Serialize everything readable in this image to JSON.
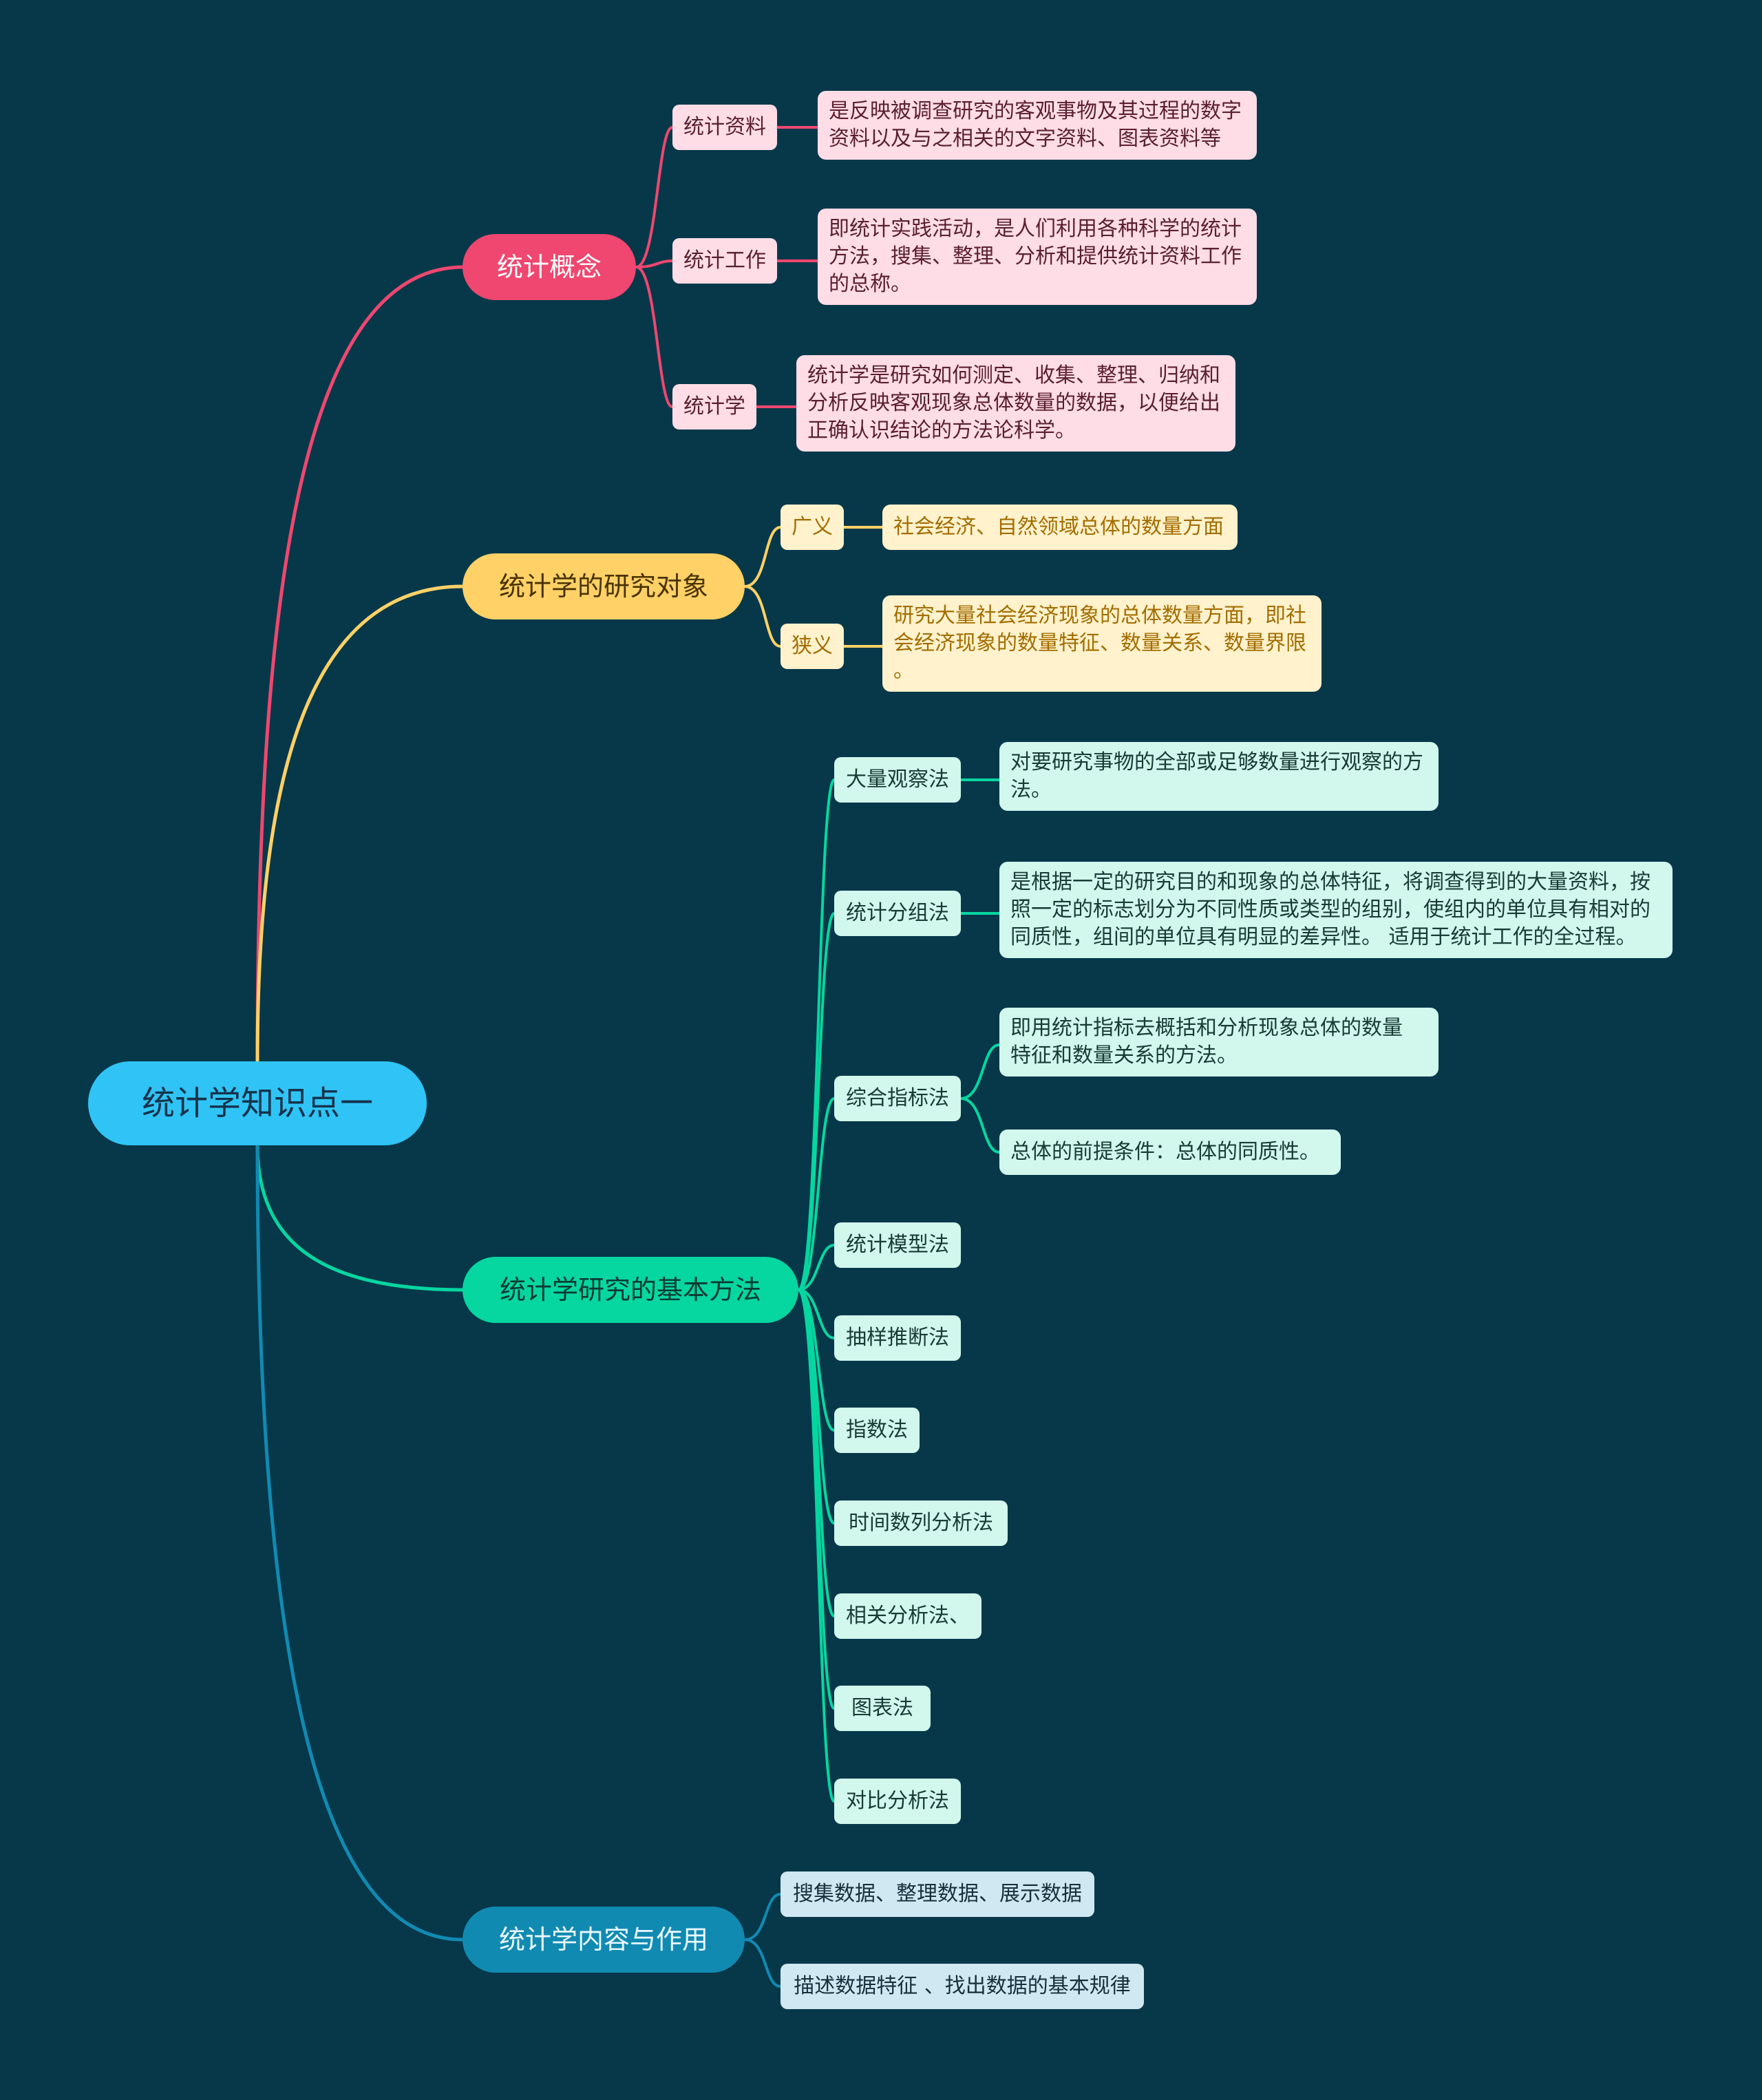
{
  "root": {
    "label": "统计学知识点一"
  },
  "colors": {
    "background": "#07384a",
    "root": "#2fc4f5",
    "pink": "#ef476f",
    "yellow": "#ffd166",
    "green": "#06d6a0",
    "blue": "#118ab2"
  },
  "branches": [
    {
      "label": "统计概念",
      "children": [
        {
          "label": "统计资料",
          "details": [
            "是反映被调查研究的客观事物及其过程的数字",
            "资料以及与之相关的文字资料、图表资料等"
          ]
        },
        {
          "label": "统计工作",
          "details": [
            "即统计实践活动，是人们利用各种科学的统计",
            "方法，搜集、整理、分析和提供统计资料工作",
            "的总称。"
          ]
        },
        {
          "label": "统计学",
          "details": [
            "统计学是研究如何测定、收集、整理、归纳和",
            "分析反映客观现象总体数量的数据，以便给出",
            "正确认识结论的方法论科学。"
          ]
        }
      ]
    },
    {
      "label": "统计学的研究对象",
      "children": [
        {
          "label": "广义",
          "details": [
            "社会经济、自然领域总体的数量方面"
          ]
        },
        {
          "label": "狭义",
          "details": [
            "研究大量社会经济现象的总体数量方面，即社",
            "会经济现象的数量特征、数量关系、数量界限",
            "。"
          ]
        }
      ]
    },
    {
      "label": "统计学研究的基本方法",
      "children": [
        {
          "label": "大量观察法",
          "details": [
            "对要研究事物的全部或足够数量进行观察的方",
            "法。"
          ]
        },
        {
          "label": "统计分组法",
          "details": [
            "是根据一定的研究目的和现象的总体特征，将调查得到的大量资料，按",
            "照一定的标志划分为不同性质或类型的组别，使组内的单位具有相对的",
            "同质性，组间的单位具有明显的差异性。   适用于统计工作的全过程。"
          ]
        },
        {
          "label": "综合指标法",
          "notes": [
            [
              " 即用统计指标去概括和分析现象总体的数量",
              "特征和数量关系的方法。"
            ],
            [
              " 总体的前提条件：总体的同质性。"
            ]
          ]
        },
        {
          "label": "统计模型法"
        },
        {
          "label": "抽样推断法"
        },
        {
          "label": "指数法"
        },
        {
          "label": "时间数列分析法"
        },
        {
          "label": "相关分析法、"
        },
        {
          "label": "图表法"
        },
        {
          "label": "对比分析法"
        }
      ]
    },
    {
      "label": "统计学内容与作用",
      "children": [
        {
          "label": "搜集数据、整理数据、展示数据"
        },
        {
          "label": "描述数据特征 、找出数据的基本规律"
        }
      ]
    }
  ]
}
